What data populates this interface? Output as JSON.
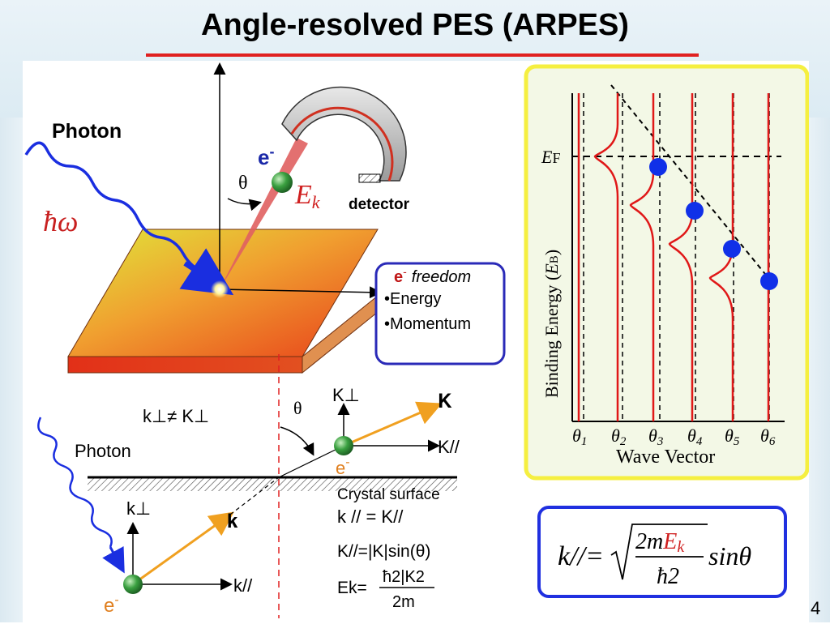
{
  "slide": {
    "title": "Angle-resolved PES (ARPES)",
    "page_number": "4"
  },
  "top_diagram": {
    "photon_label": "Photon",
    "photon_energy": "ħω",
    "electron_label": "e",
    "electron_charge": "-",
    "angle_label": "θ",
    "kinetic_energy_E": "E",
    "kinetic_energy_sub": "k",
    "detector_label": "detector"
  },
  "freedom_box": {
    "title_e": "e",
    "title_charge": "-",
    "title_rest": "freedom",
    "items": [
      "•Energy",
      "•Momentum"
    ]
  },
  "band_plot": {
    "ef_E": "E",
    "ef_sub": "F",
    "ylabel_main": "Binding Energy (",
    "ylabel_E": "E",
    "ylabel_sub": "B",
    "ylabel_end": ")",
    "xlabel": "Wave Vector",
    "theta_labels": [
      "θ1",
      "θ2",
      "θ3",
      "θ4",
      "θ5",
      "θ6"
    ]
  },
  "bottom_diagram": {
    "k_perp_neq": "k⊥≠ K⊥",
    "photon_label": "Photon",
    "theta": "θ",
    "K_perp": "K⊥",
    "K_vec": "𝐊",
    "K_par": "K//",
    "e_top": "e",
    "e_top_charge": "-",
    "crystal_surface": "Crystal surface",
    "k_perp": "k⊥",
    "k_vec": "𝐤",
    "k_par": "k//",
    "e_bottom": "e",
    "e_bottom_charge": "-",
    "eq1": "k // = K//",
    "eq2": "K//=|K|sin(θ)",
    "eq3_lhs": "Ek=",
    "eq3_num": "ħ2|K2",
    "eq3_den": "2m"
  },
  "formula": {
    "lhs": "k//=",
    "num_2m": "2m",
    "num_E": "E",
    "num_k": "k",
    "den": "ħ2",
    "rhs": "sinθ"
  },
  "colors": {
    "title_underline": "#e02020",
    "photon_wave": "#1a2ee0",
    "electron_beam": "#e06060",
    "sample_top": "#d8e040",
    "sample_bottom": "#e03018",
    "band_panel_border": "#f5ef40",
    "band_curves": "#e01818",
    "band_dots": "#1030e8",
    "vector_orange": "#f0a020",
    "box_border": "#2a2ab8"
  }
}
